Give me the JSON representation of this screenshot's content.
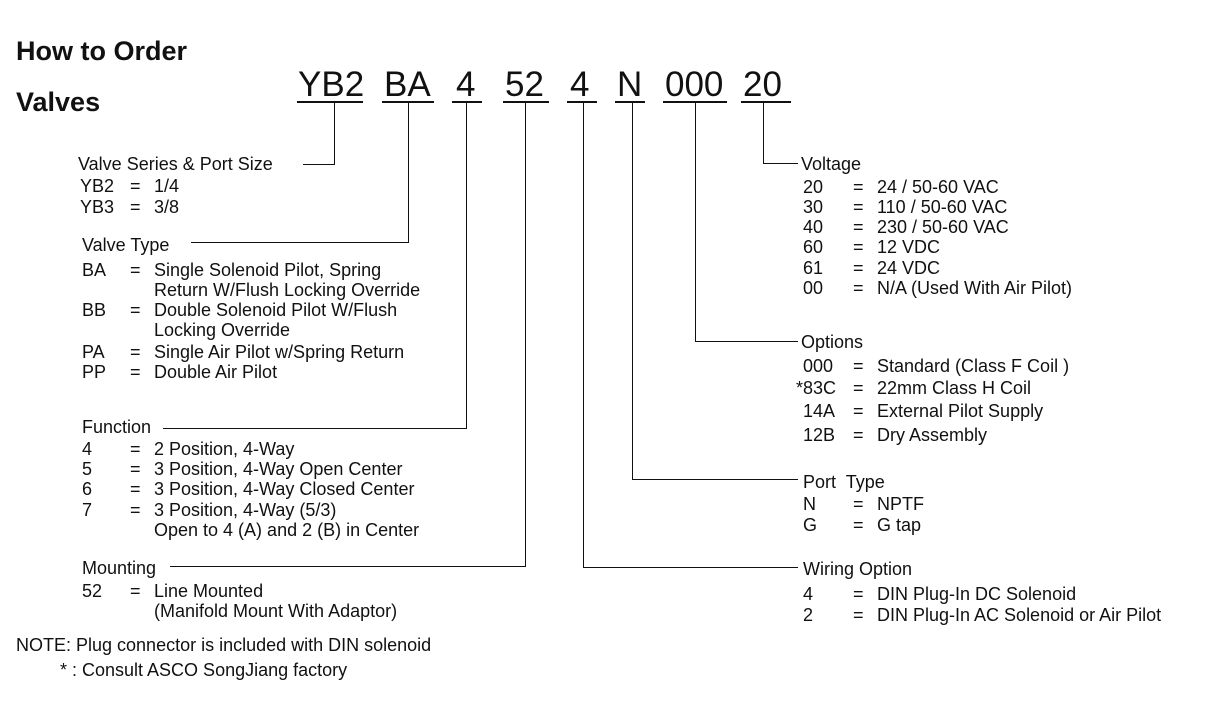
{
  "header": {
    "title1": "How to Order",
    "title2": "Valves"
  },
  "code_parts": [
    "YB2",
    "BA",
    "4",
    "52",
    "4",
    "N",
    "000",
    "20"
  ],
  "sections": {
    "series": {
      "title": "Valve Series & Port Size",
      "items": [
        {
          "code": "YB2",
          "eq": "=",
          "desc": "1/4"
        },
        {
          "code": "YB3",
          "eq": "=",
          "desc": "3/8"
        }
      ]
    },
    "valve_type": {
      "title": "Valve Type",
      "items": [
        {
          "code": "BA",
          "eq": "=",
          "desc": "Single Solenoid Pilot, Spring"
        },
        {
          "code": "",
          "eq": "",
          "desc": "Return W/Flush Locking Override"
        },
        {
          "code": "BB",
          "eq": "=",
          "desc": "Double Solenoid Pilot W/Flush"
        },
        {
          "code": "",
          "eq": "",
          "desc": "Locking Override"
        },
        {
          "code": "PA",
          "eq": "=",
          "desc": "Single Air Pilot w/Spring Return"
        },
        {
          "code": "PP",
          "eq": "=",
          "desc": "Double Air Pilot"
        }
      ]
    },
    "function": {
      "title": "Function",
      "items": [
        {
          "code": "4",
          "eq": "=",
          "desc": "2 Position, 4-Way"
        },
        {
          "code": "5",
          "eq": "=",
          "desc": "3 Position, 4-Way Open Center"
        },
        {
          "code": "6",
          "eq": "=",
          "desc": "3 Position, 4-Way Closed Center"
        },
        {
          "code": "7",
          "eq": "=",
          "desc": "3 Position, 4-Way (5/3)"
        },
        {
          "code": "",
          "eq": "",
          "desc": "Open to 4 (A) and 2 (B) in Center"
        }
      ]
    },
    "mounting": {
      "title": "Mounting",
      "items": [
        {
          "code": "52",
          "eq": "=",
          "desc": "Line Mounted"
        },
        {
          "code": "",
          "eq": "",
          "desc": "(Manifold Mount With Adaptor)"
        }
      ]
    },
    "voltage": {
      "title": "Voltage",
      "items": [
        {
          "code": "20",
          "eq": "=",
          "desc": "24 / 50-60 VAC"
        },
        {
          "code": "30",
          "eq": "=",
          "desc": "110 / 50-60 VAC"
        },
        {
          "code": "40",
          "eq": "=",
          "desc": "230 / 50-60 VAC"
        },
        {
          "code": "60",
          "eq": "=",
          "desc": "12 VDC"
        },
        {
          "code": "61",
          "eq": "=",
          "desc": "24 VDC"
        },
        {
          "code": "00",
          "eq": "=",
          "desc": "N/A (Used With Air Pilot)"
        }
      ]
    },
    "options": {
      "title": "Options",
      "items": [
        {
          "code": "000",
          "eq": "=",
          "desc": "Standard (Class F Coil )"
        },
        {
          "code": "*83C",
          "eq": "=",
          "desc": "22mm Class H Coil"
        },
        {
          "code": "14A",
          "eq": "=",
          "desc": "External Pilot Supply"
        },
        {
          "code": "12B",
          "eq": "=",
          "desc": "Dry Assembly"
        }
      ]
    },
    "port_type": {
      "title": "Port  Type",
      "items": [
        {
          "code": "N",
          "eq": "=",
          "desc": "NPTF"
        },
        {
          "code": "G",
          "eq": "=",
          "desc": "G tap"
        }
      ]
    },
    "wiring": {
      "title": "Wiring Option",
      "items": [
        {
          "code": "4",
          "eq": "=",
          "desc": "DIN Plug-In DC Solenoid"
        },
        {
          "code": "2",
          "eq": "=",
          "desc": "DIN Plug-In AC Solenoid or Air Pilot"
        }
      ]
    }
  },
  "notes": {
    "line1": "NOTE: Plug connector is included with DIN solenoid",
    "line2": "* : Consult ASCO SongJiang factory"
  }
}
